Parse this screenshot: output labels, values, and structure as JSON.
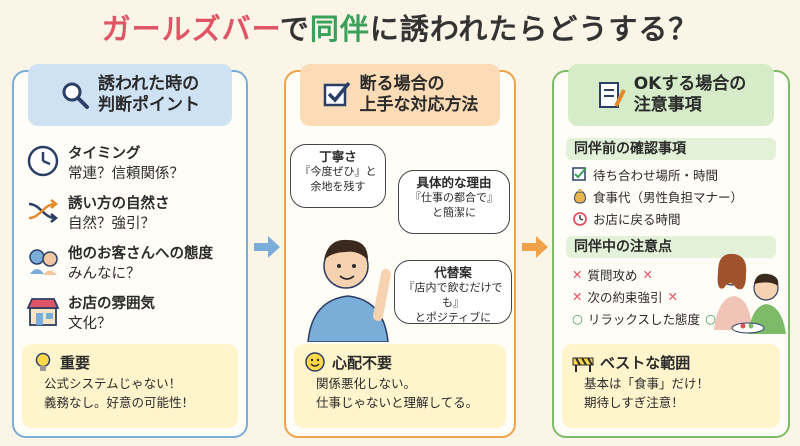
{
  "title": {
    "part1": "ガールズバー",
    "part2": "で",
    "part3": "同伴",
    "part4": "に誘われたらどうする？"
  },
  "col1": {
    "header_l1": "誘われた時の",
    "header_l2": "判断ポイント",
    "items": [
      {
        "title": "タイミング",
        "sub": "常連？信頼関係？",
        "icon": "clock-icon"
      },
      {
        "title": "誘い方の自然さ",
        "sub": "自然？強引？",
        "icon": "crossing-arrows-icon"
      },
      {
        "title": "他のお客さんへの態度",
        "sub": "みんなに？",
        "icon": "people-icon"
      },
      {
        "title": "お店の雰囲気",
        "sub": "文化？",
        "icon": "shop-icon"
      }
    ],
    "note": {
      "title": "重要",
      "l1": "公式システムじゃない！",
      "l2": "義務なし。好意の可能性！",
      "icon": "lightbulb-icon"
    }
  },
  "col2": {
    "header_l1": "断る場合の",
    "header_l2": "上手な対応方法",
    "bubbles": [
      {
        "head": "丁寧さ",
        "l1": "『今度ぜひ』と",
        "l2": "余地を残す"
      },
      {
        "head": "具体的な理由",
        "l1": "『仕事の都合で』",
        "l2": "と簡潔に"
      },
      {
        "head": "代替案",
        "l1": "『店内で飲むだけでも』",
        "l2": "とポジティブに"
      }
    ],
    "note": {
      "title": "心配不要",
      "l1": "関係悪化しない。",
      "l2": "仕事じゃないと理解してる。",
      "icon": "smile-icon"
    }
  },
  "col3": {
    "header_l1": "OKする場合の",
    "header_l2": "注意事項",
    "before_title": "同伴前の確認事項",
    "before": [
      {
        "text": "待ち合わせ場所・時間",
        "icon": "checkbox-icon"
      },
      {
        "text": "食事代（男性負担マナー）",
        "icon": "money-bag-icon"
      },
      {
        "text": "お店に戻る時間",
        "icon": "alarm-clock-icon"
      }
    ],
    "during_title": "同伴中の注意点",
    "during": [
      {
        "text": "質問攻め",
        "mark": "x"
      },
      {
        "text": "次の約束強引",
        "mark": "x"
      },
      {
        "text": "リラックスした態度",
        "mark": "o"
      }
    ],
    "note": {
      "title": "ベストな範囲",
      "l1": "基本は「食事」だけ！",
      "l2": "期待しすぎ注意！",
      "icon": "barrier-icon"
    }
  },
  "colors": {
    "blue": "#7aaed8",
    "orange": "#f0a24a",
    "green": "#7dbb68",
    "red": "#e05566"
  }
}
